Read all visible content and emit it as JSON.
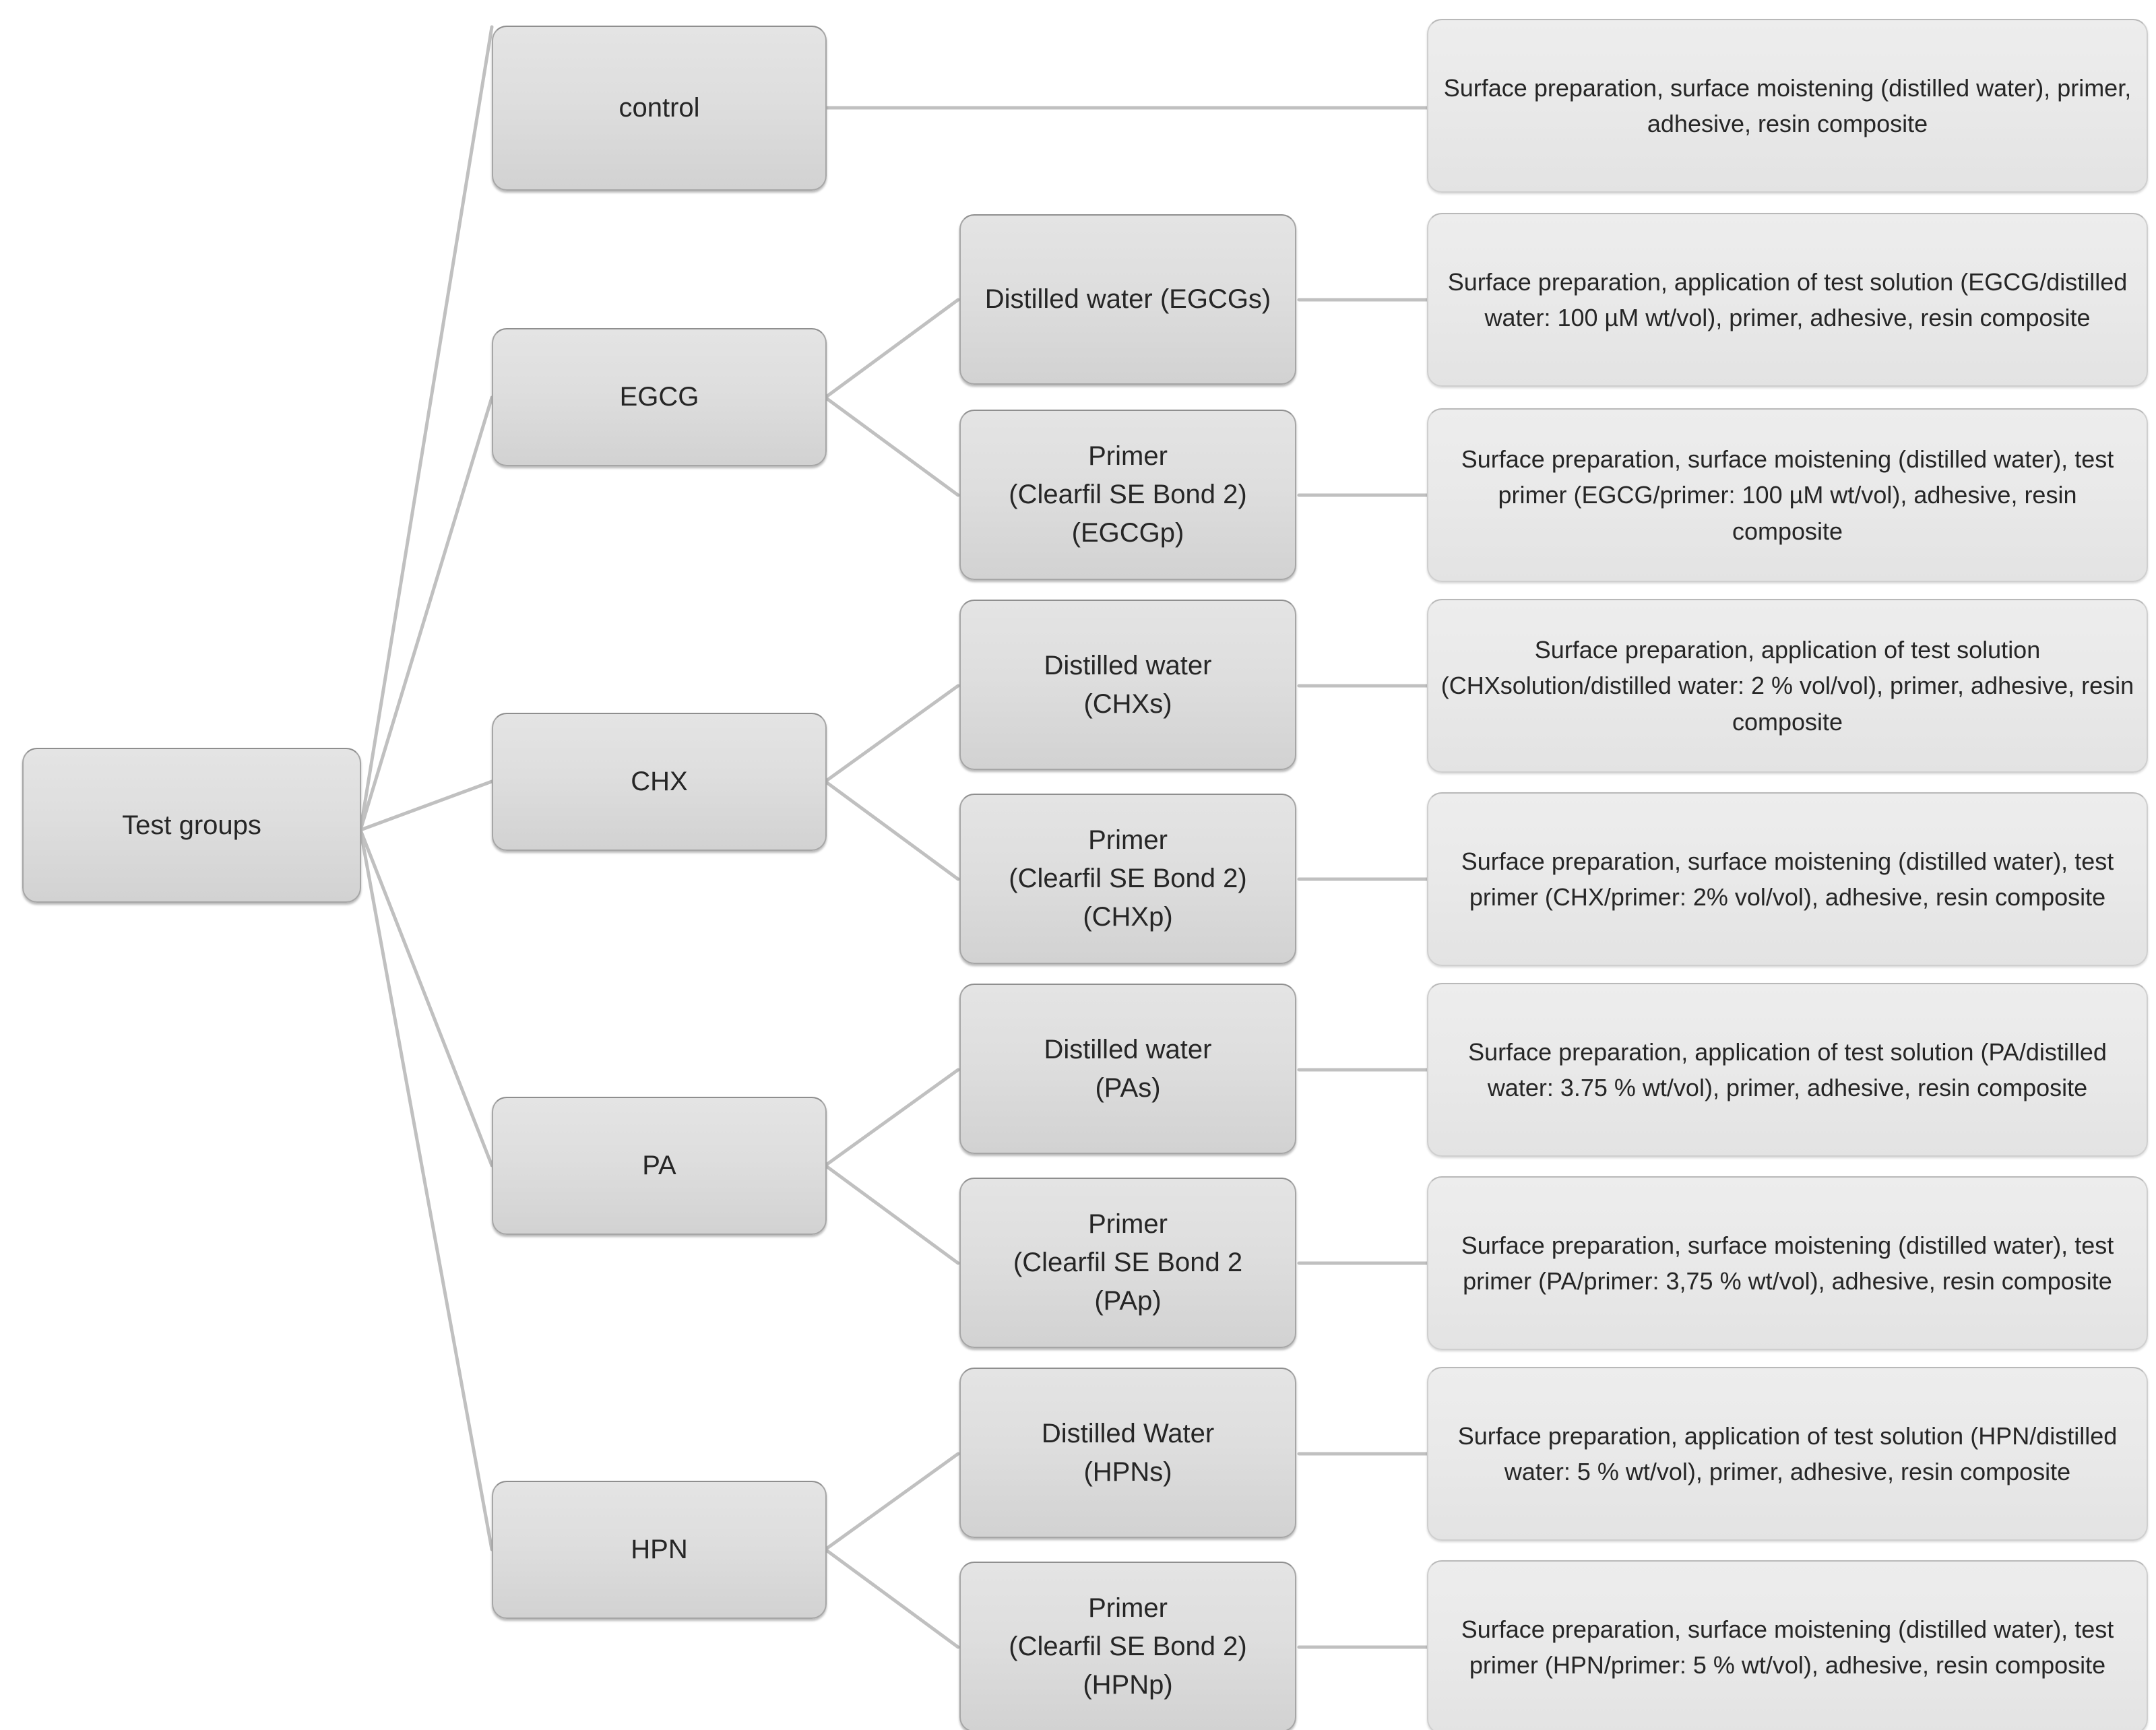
{
  "diagram": {
    "title": "Test groups experimental protocol flowchart",
    "type": "tree-flowchart",
    "colors": {
      "node_fill_primary": "#dedede",
      "node_fill_description": "#e9e9e9",
      "node_border_primary": "#a6a6a6",
      "node_border_description": "#cfcfcf",
      "connector": "#bfbfbf",
      "text": "#262626",
      "background": "#ffffff"
    }
  },
  "root": {
    "label": "Test groups"
  },
  "groups": [
    {
      "id": "control",
      "label": "control",
      "subgroups": [],
      "description": "Surface preparation, surface moistening (distilled water), primer, adhesive, resin composite"
    },
    {
      "id": "egcg",
      "label": "EGCG",
      "subgroups": [
        {
          "id": "egcgs",
          "label": "Distilled water (EGCGs)",
          "description": "Surface preparation, application of test solution (EGCG/distilled water: 100 µM wt/vol), primer, adhesive, resin composite"
        },
        {
          "id": "egcgp",
          "label": "Primer\n(Clearfil SE Bond 2)\n(EGCGp)",
          "description": "Surface preparation, surface moistening (distilled water), test primer (EGCG/primer: 100 µM wt/vol), adhesive, resin composite"
        }
      ]
    },
    {
      "id": "chx",
      "label": "CHX",
      "subgroups": [
        {
          "id": "chxs",
          "label": "Distilled water\n(CHXs)",
          "description": "Surface preparation, application of test solution (CHXsolution/distilled water: 2 % vol/vol), primer, adhesive, resin composite"
        },
        {
          "id": "chxp",
          "label": "Primer\n(Clearfil SE Bond 2)\n(CHXp)",
          "description": "Surface preparation, surface moistening (distilled water), test primer (CHX/primer: 2% vol/vol), adhesive, resin composite"
        }
      ]
    },
    {
      "id": "pa",
      "label": "PA",
      "subgroups": [
        {
          "id": "pas",
          "label": "Distilled water\n(PAs)",
          "description": "Surface preparation, application of test solution (PA/distilled water: 3.75 % wt/vol), primer, adhesive, resin composite"
        },
        {
          "id": "pap",
          "label": "Primer\n(Clearfil SE Bond 2\n(PAp)",
          "description": "Surface preparation, surface moistening (distilled water), test primer (PA/primer: 3,75 % wt/vol), adhesive, resin composite"
        }
      ]
    },
    {
      "id": "hpn",
      "label": "HPN",
      "subgroups": [
        {
          "id": "hpns",
          "label": "Distilled Water\n(HPNs)",
          "description": "Surface preparation, application of test solution (HPN/distilled water: 5 % wt/vol), primer, adhesive, resin composite"
        },
        {
          "id": "hpnp",
          "label": "Primer\n(Clearfil SE Bond 2)\n(HPNp)",
          "description": "Surface preparation, surface moistening (distilled water), test primer (HPN/primer: 5 % wt/vol), adhesive, resin composite"
        }
      ]
    }
  ]
}
